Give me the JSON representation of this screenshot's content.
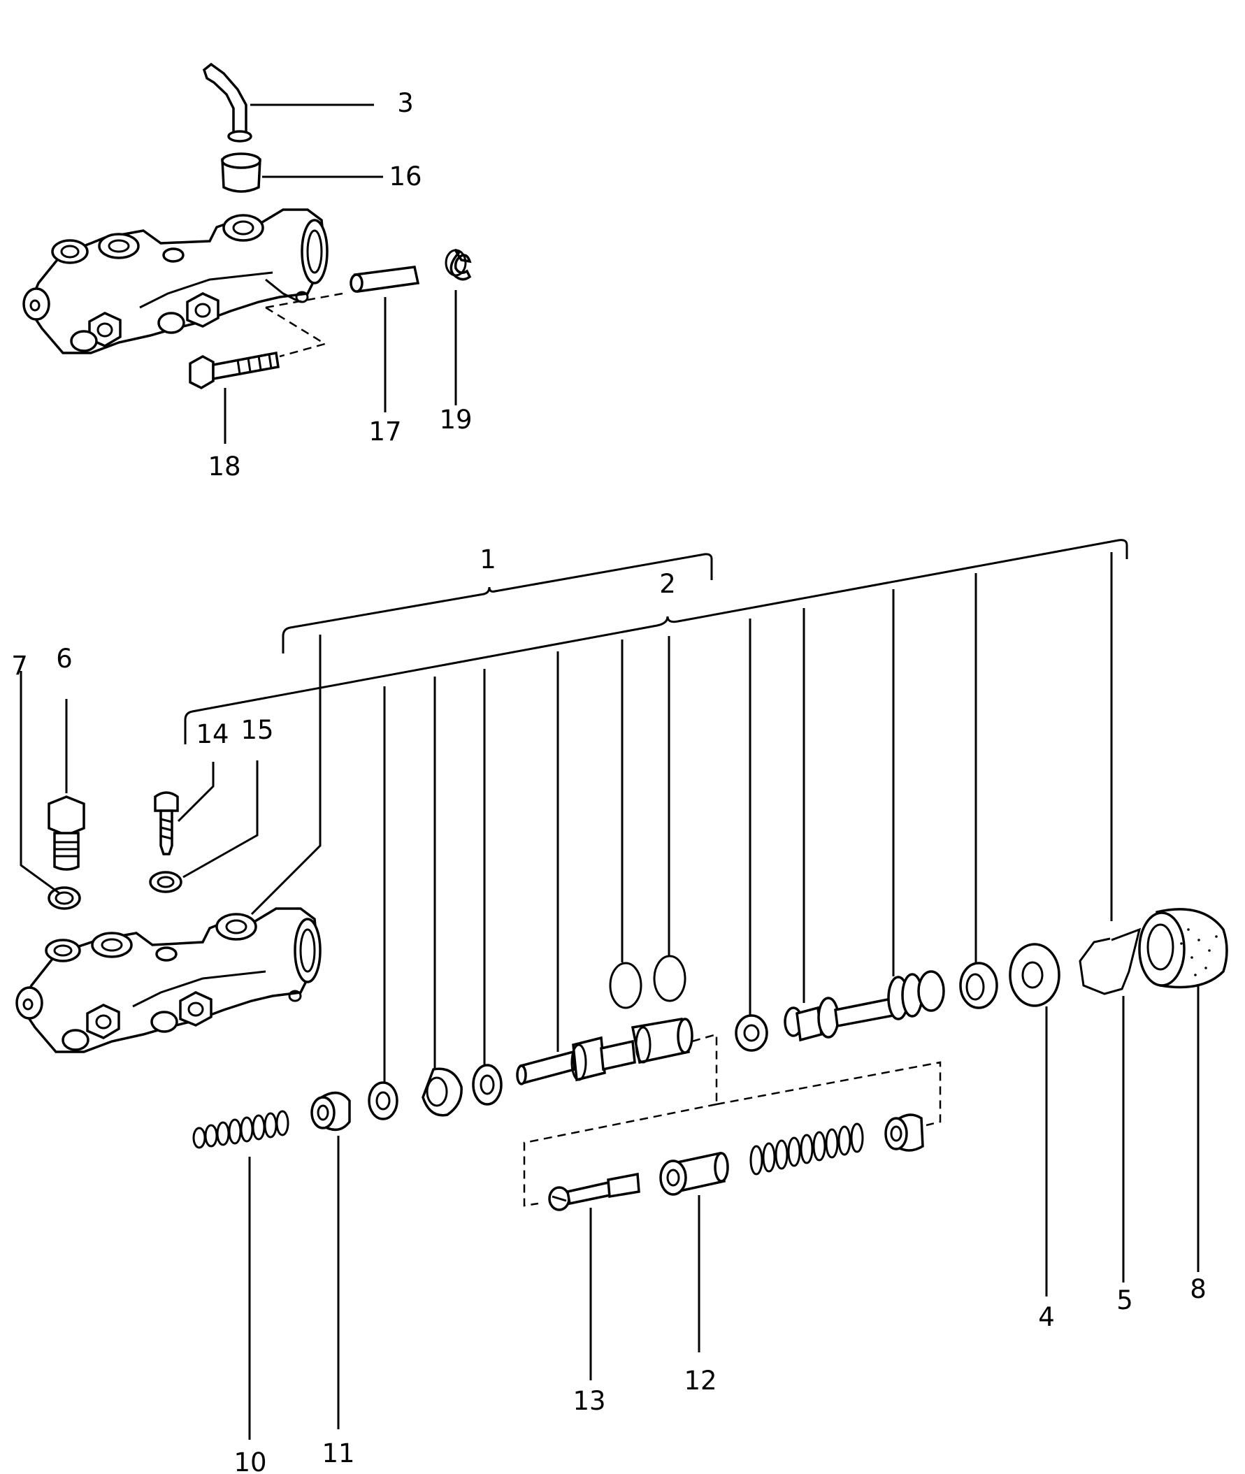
{
  "callouts": {
    "c1": "1",
    "c2": "2",
    "c3": "3",
    "c4": "4",
    "c5": "5",
    "c6": "6",
    "c7": "7",
    "c8": "8",
    "c10": "10",
    "c11": "11",
    "c12": "12",
    "c13": "13",
    "c14": "14",
    "c15": "15",
    "c16": "16",
    "c17": "17",
    "c18": "18",
    "c19": "19"
  }
}
